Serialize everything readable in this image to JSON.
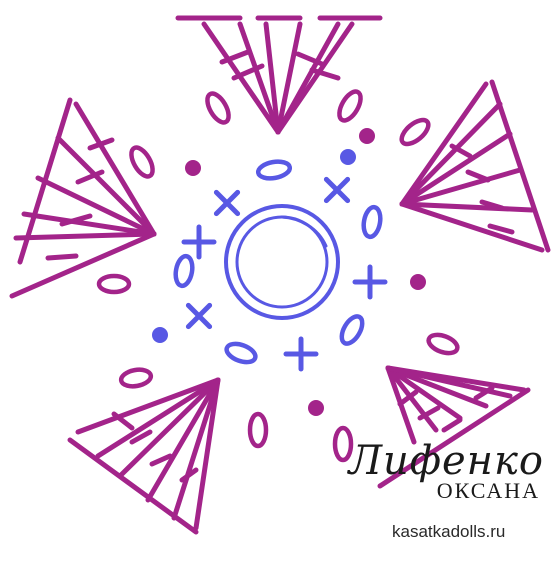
{
  "colors": {
    "inner_round": "#5858e4",
    "outer_round": "#a3248a",
    "background": "#ffffff"
  },
  "symbols": {
    "center_ring": "magic-ring",
    "inner": [
      "single-crochet",
      "chain",
      "slip-stitch"
    ],
    "outer": [
      "chain",
      "slip-stitch",
      "double-crochet-fan"
    ]
  },
  "watermark": {
    "author_script": "Лифенко",
    "author_name": "ОКСАНА",
    "url": "kasatkadolls.ru"
  }
}
